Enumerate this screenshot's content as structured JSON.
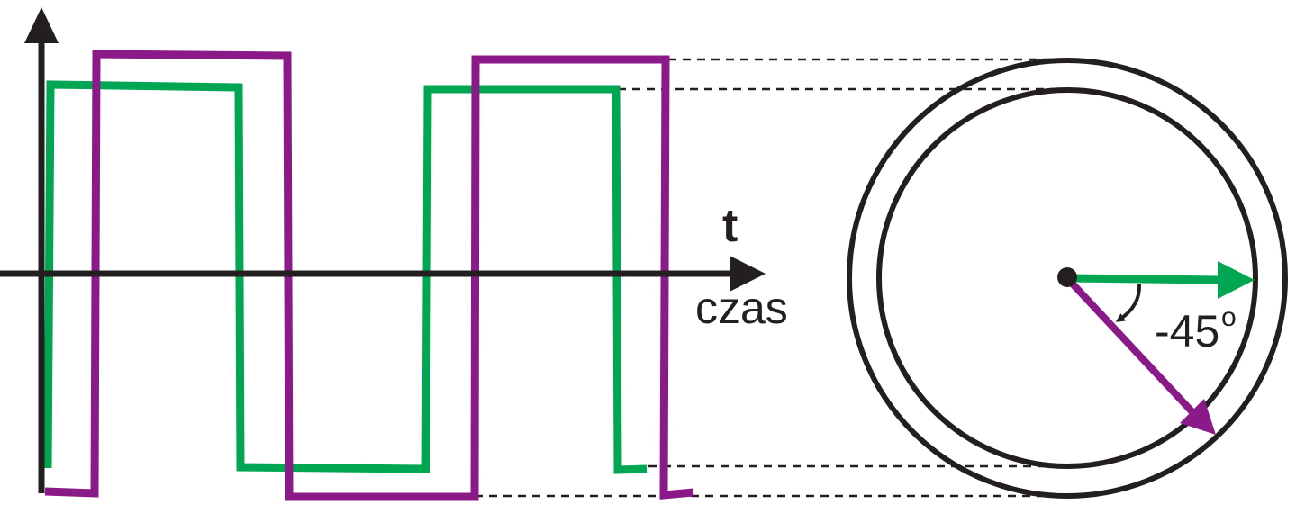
{
  "labels": {
    "time_symbol": "t",
    "time_word": "czas",
    "angle": "-45",
    "degree": "o"
  },
  "colors": {
    "axis": "#231f20",
    "wave_reference": "#00a651",
    "wave_shifted": "#8b1a89",
    "circle": "#231f20",
    "guide_lines": "#231f20"
  },
  "phasor": {
    "reference_angle_deg": 0,
    "shifted_angle_deg": -45,
    "shifted_amplitude_relative_to_reference": 1.1
  }
}
